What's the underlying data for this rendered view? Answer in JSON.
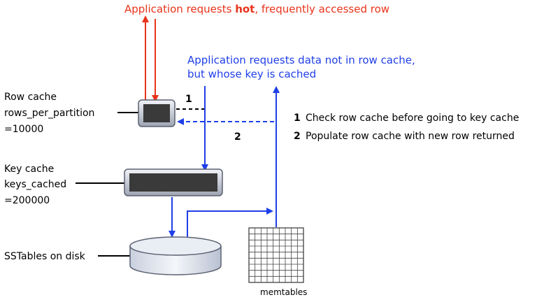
{
  "colors": {
    "red": "#e8331a",
    "blue": "#1f3fe8",
    "black": "#000000"
  },
  "red_request": {
    "before": "Application requests ",
    "bold": "hot",
    "after": ", frequently accessed row"
  },
  "blue_request": {
    "line1": "Application requests data not in row cache,",
    "line2": "but whose key is cached"
  },
  "row_cache": {
    "line1": "Row cache",
    "line2": "rows_per_partition",
    "line3": "=10000"
  },
  "key_cache": {
    "line1": "Key cache",
    "line2": "keys_cached",
    "line3": "=200000"
  },
  "sstables_label": "SSTables on disk",
  "memtables_label": "memtables",
  "markers": {
    "one": "1",
    "two": "2"
  },
  "legend": [
    {
      "num": "1",
      "text": "Check row cache before going to key cache"
    },
    {
      "num": "2",
      "text": "Populate row cache with new row returned"
    }
  ]
}
